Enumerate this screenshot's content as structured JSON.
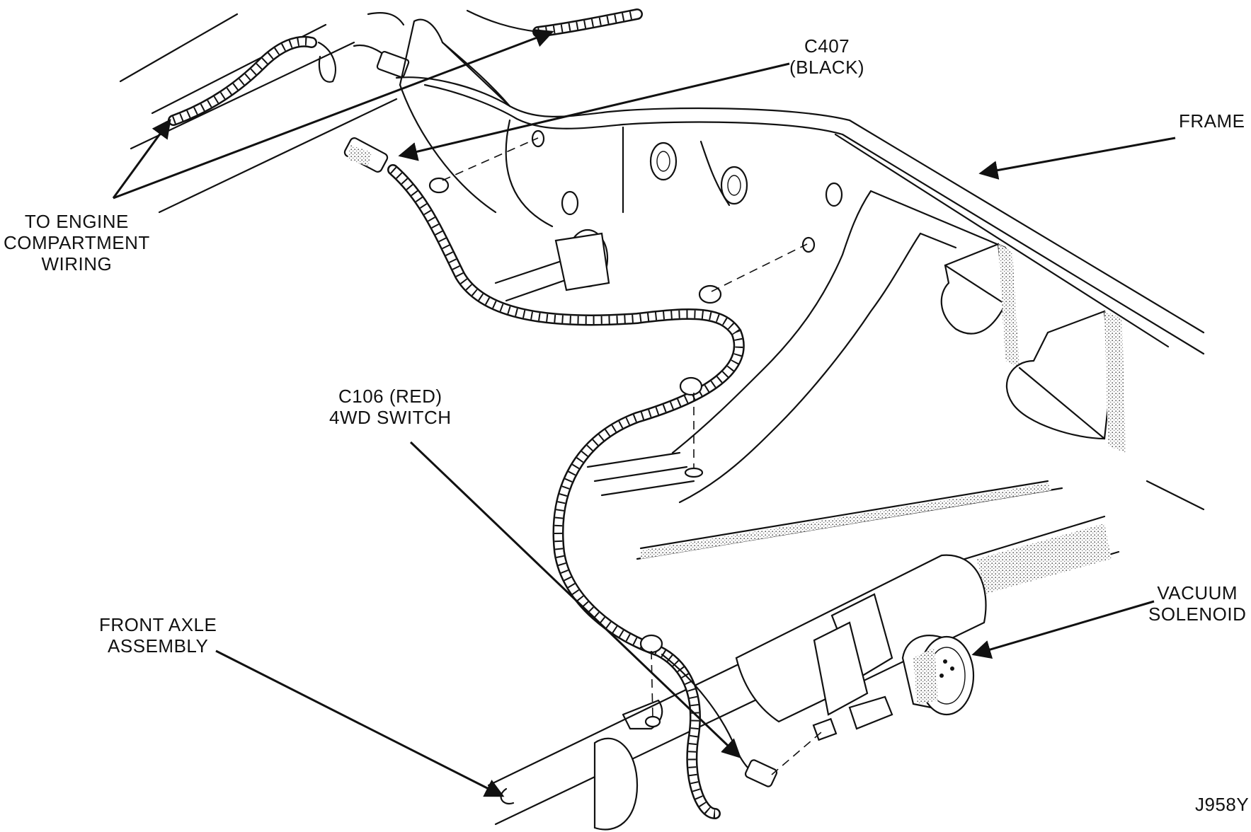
{
  "labels": {
    "c407": {
      "line1": "C407",
      "line2": "(BLACK)"
    },
    "frame": "FRAME",
    "engine_wiring": {
      "line1": "TO ENGINE",
      "line2": "COMPARTMENT",
      "line3": "WIRING"
    },
    "c106": {
      "line1": "C106 (RED)",
      "line2": "4WD SWITCH"
    },
    "vacuum_solenoid": {
      "line1": "VACUUM",
      "line2": "SOLENOID"
    },
    "front_axle": {
      "line1": "FRONT AXLE",
      "line2": "ASSEMBLY"
    },
    "figure_id": "J958Y"
  }
}
